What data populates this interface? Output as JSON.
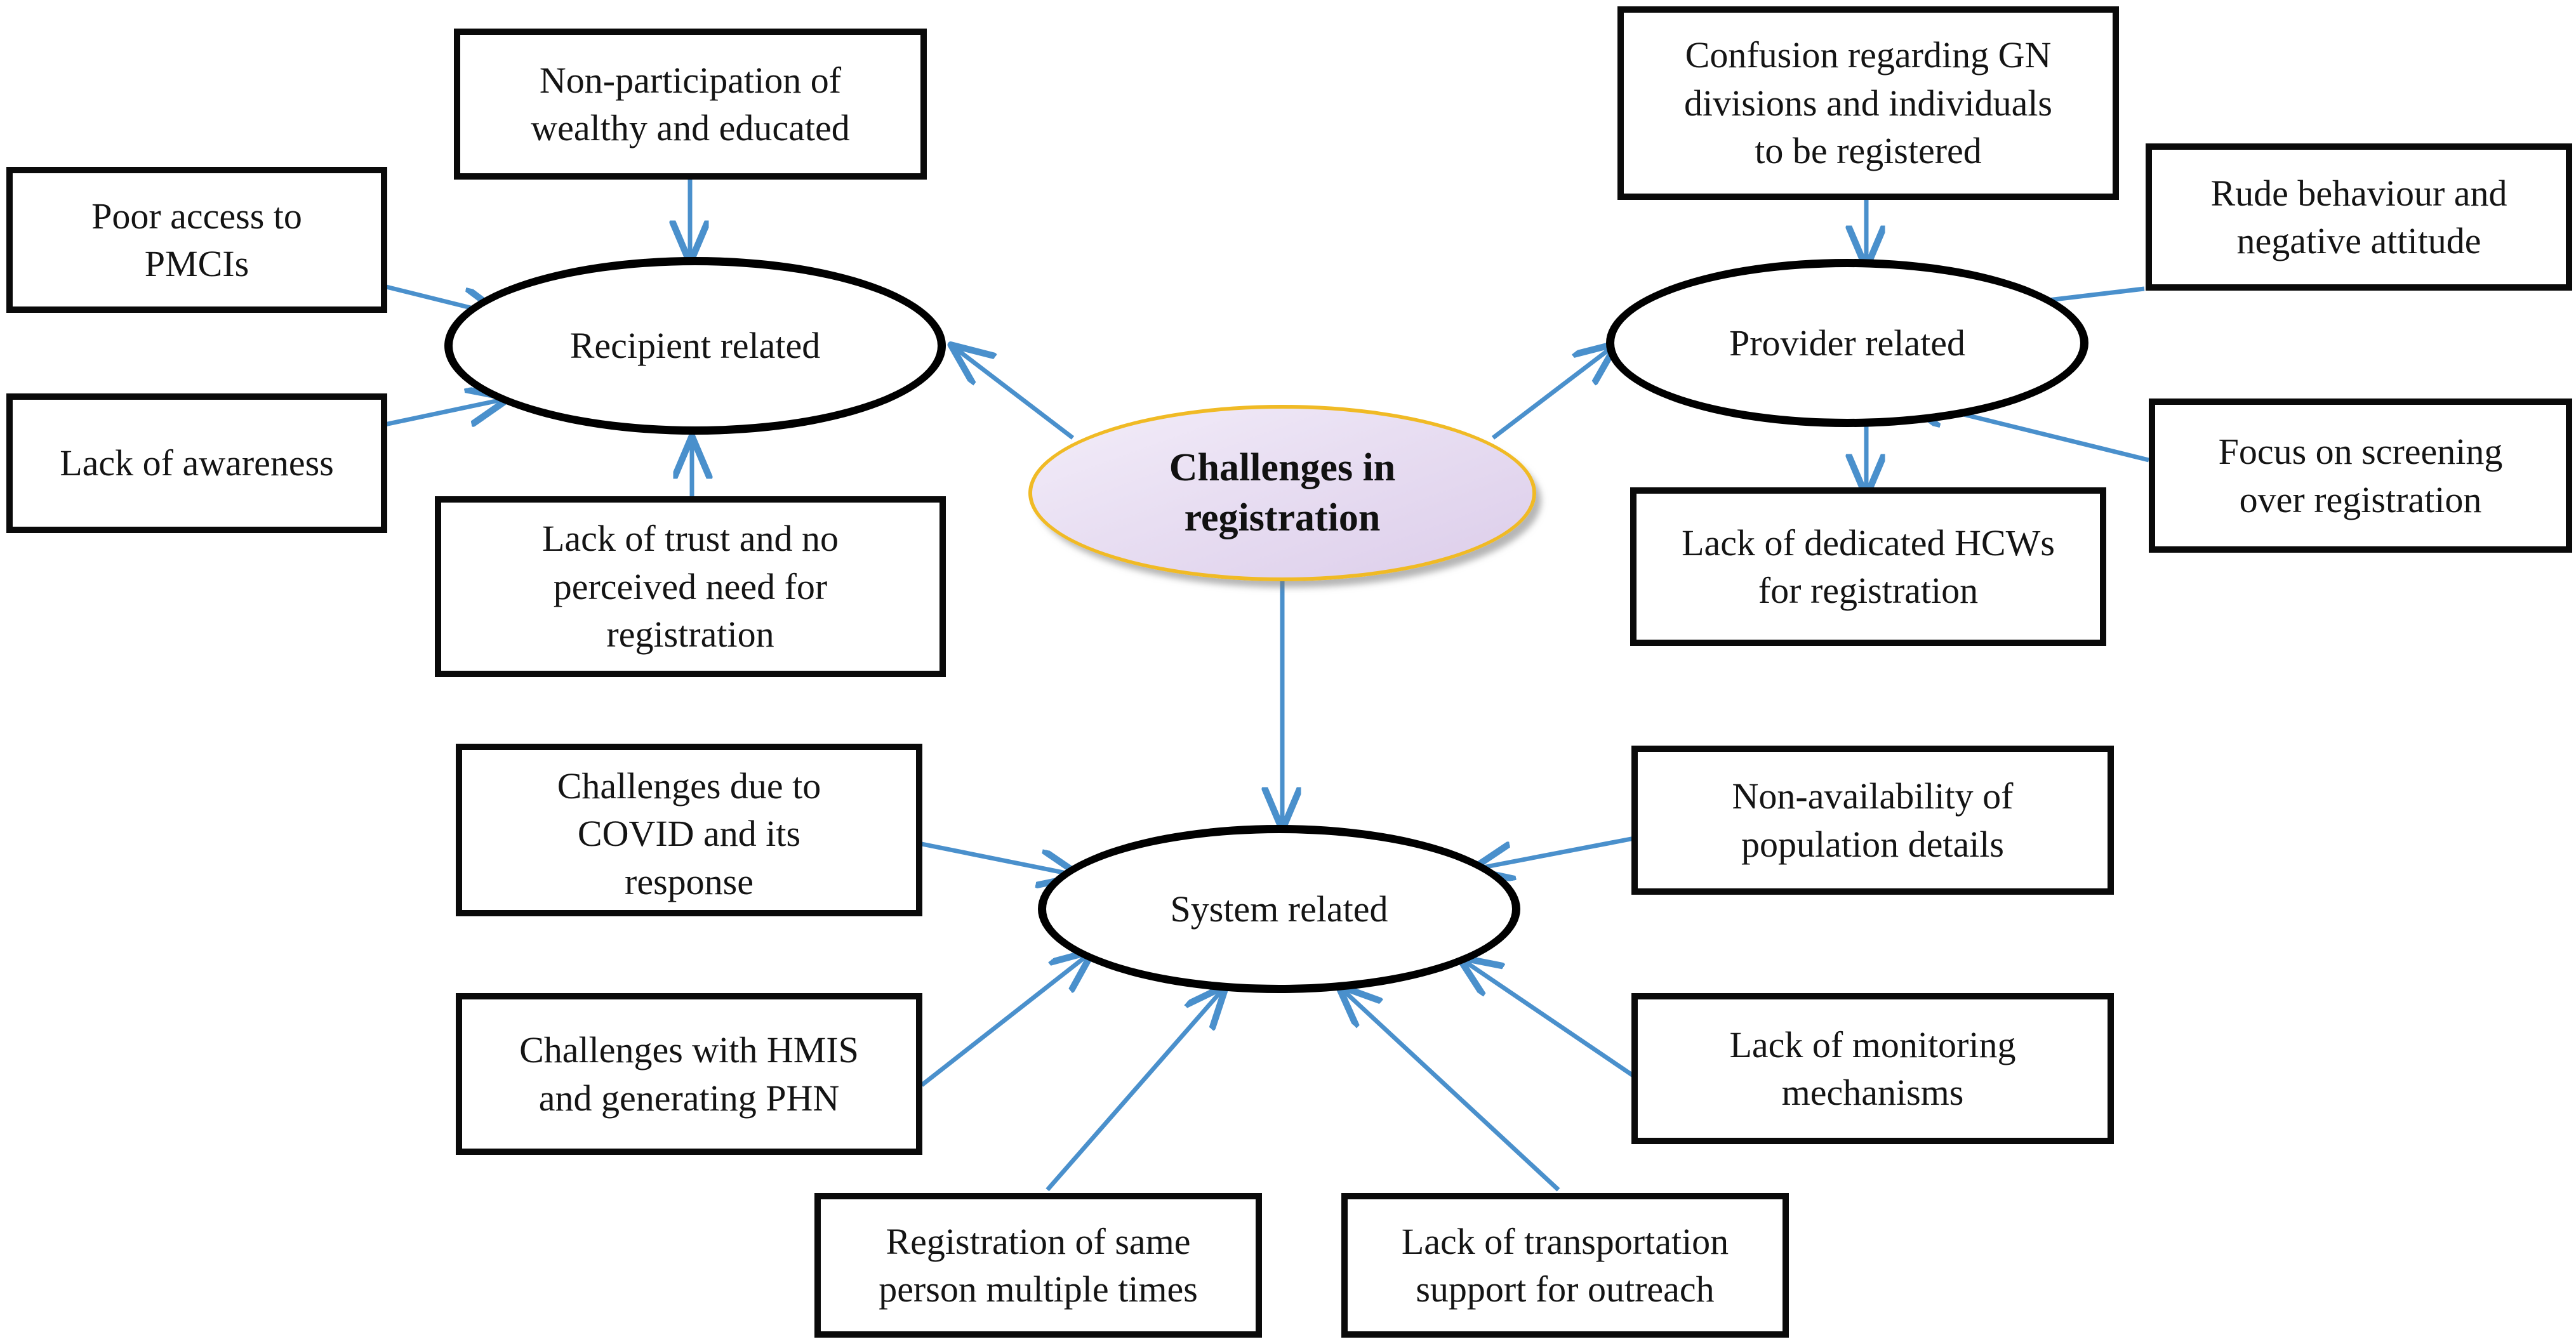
{
  "diagram": {
    "title": "Challenges in registration",
    "type": "concept-map",
    "colors": {
      "box_border": "#0a0a0a",
      "box_fill": "#ffffff",
      "ellipse_border": "#000000",
      "center_ellipse_border": "#f0ba25",
      "center_ellipse_fill_light": "#f3edf9",
      "center_ellipse_fill_dark": "#dccdea",
      "arrow": "#4a90cc",
      "text": "#141414"
    },
    "center": {
      "label": "Challenges in\nregistration"
    },
    "categories": [
      {
        "id": "recipient",
        "label": "Recipient related"
      },
      {
        "id": "provider",
        "label": "Provider related"
      },
      {
        "id": "system",
        "label": "System related"
      }
    ],
    "factors": [
      {
        "id": "non-participation",
        "category": "recipient",
        "label": "Non-participation of\nwealthy and educated"
      },
      {
        "id": "poor-access",
        "category": "recipient",
        "label": "Poor access to\nPMCIs"
      },
      {
        "id": "lack-awareness",
        "category": "recipient",
        "label": "Lack of awareness"
      },
      {
        "id": "lack-trust",
        "category": "recipient",
        "label": "Lack of trust and no\nperceived need for\nregistration"
      },
      {
        "id": "confusion-gn",
        "category": "provider",
        "label": "Confusion regarding GN\ndivisions and individuals\nto be registered"
      },
      {
        "id": "rude-behaviour",
        "category": "provider",
        "label": "Rude behaviour and\nnegative attitude"
      },
      {
        "id": "focus-screening",
        "category": "provider",
        "label": "Focus on screening\nover registration"
      },
      {
        "id": "lack-hcws",
        "category": "provider",
        "label": "Lack of dedicated HCWs\nfor registration"
      },
      {
        "id": "covid-challenges",
        "category": "system",
        "label": "Challenges due to\nCOVID and its\nresponse"
      },
      {
        "id": "hmis-phn",
        "category": "system",
        "label": "Challenges with HMIS\nand generating PHN"
      },
      {
        "id": "duplicate-registration",
        "category": "system",
        "label": "Registration of same\nperson multiple times"
      },
      {
        "id": "transport-support",
        "category": "system",
        "label": "Lack of transportation\nsupport for outreach"
      },
      {
        "id": "population-details",
        "category": "system",
        "label": "Non-availability of\npopulation details"
      },
      {
        "id": "monitoring",
        "category": "system",
        "label": "Lack of monitoring\nmechanisms"
      }
    ]
  }
}
